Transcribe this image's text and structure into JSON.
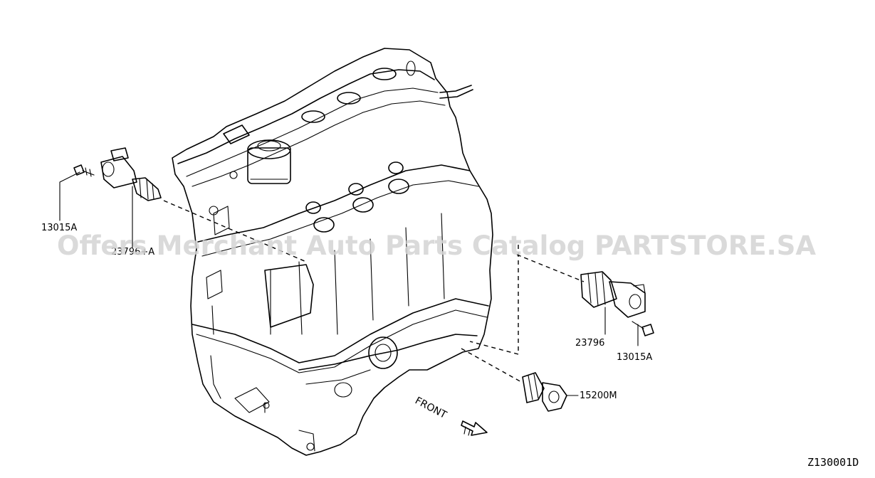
{
  "diagram": {
    "watermark": "Offers Merchant Auto Parts Catalog PARTSTORE.SA",
    "drawing_code": "Z130001D",
    "direction_label": "FRONT",
    "callouts": {
      "bolt_left": "13015A",
      "solenoid_left": "23796+A",
      "solenoid_right": "23796",
      "bolt_right": "13015A",
      "oil_strainer": "15200M"
    }
  }
}
